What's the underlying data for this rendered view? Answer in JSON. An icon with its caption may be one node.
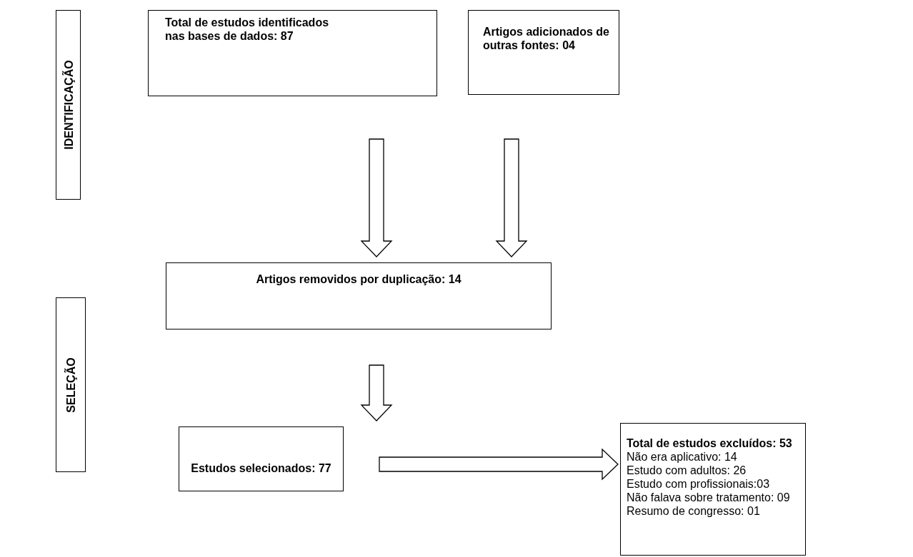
{
  "diagram": {
    "nodes": [
      {
        "text": [
          "IDENTIFICAÇÃO"
        ]
      },
      {
        "text": [
          "Total de estudos identificados nas bases de dados: 87"
        ]
      },
      {
        "text": [
          "**Artigos adicionados de outras fontes**: **04**"
        ]
      },
      {
        "text": [
          "Artigos removidos por duplicação: 14"
        ]
      },
      {
        "text": [
          "SELEÇÃO"
        ]
      },
      {
        "text": [
          "Estudos selecionados: 77"
        ]
      },
      {
        "text": [
          "Total de estudos excluídos: 53",
          "Não era aplicativo: 14",
          "Estudo com adultos: 26",
          "Estudo com profissionais:03",
          "Não falava sobre tratamento: 09",
          "Resumo de congresso: 01"
        ]
      }
    ],
    "edges": [
      {
        "from": 1,
        "to": 3,
        "arrow": "to"
      },
      {
        "from": 2,
        "to": 3,
        "arrow": "to"
      },
      {
        "from": 3,
        "to": 5,
        "arrow": "to"
      },
      {
        "from": 5,
        "to": 6,
        "arrow": "to"
      }
    ]
  }
}
